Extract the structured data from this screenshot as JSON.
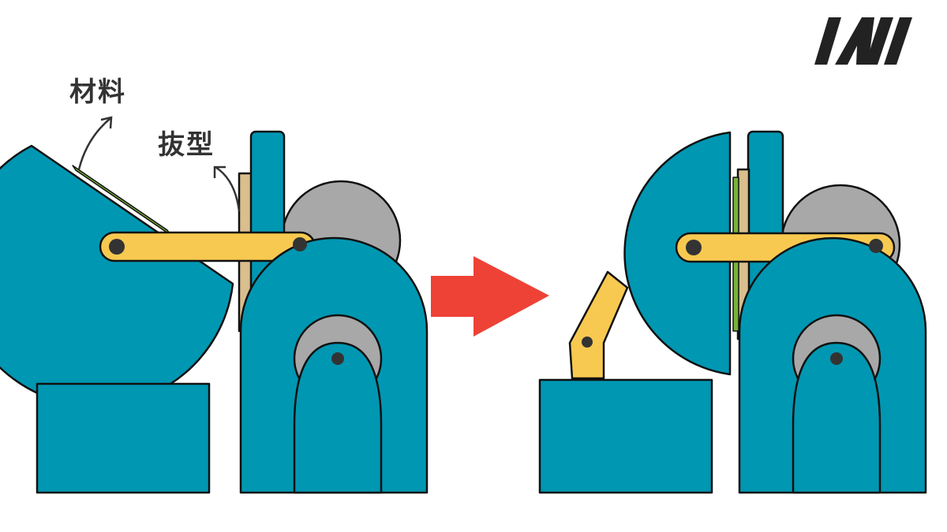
{
  "labels": {
    "material": "材料",
    "die": "抜型"
  },
  "logo": {
    "text": "IAII",
    "icon": "brand-logo"
  },
  "colors": {
    "teal": "#0097B2",
    "outline": "#111111",
    "gold": "#F8C950",
    "green": "#77B236",
    "tan": "#D9BE8E",
    "gray": "#A8A8A8",
    "arrow": "#EE4236",
    "text": "#333333"
  },
  "panels": [
    {
      "state": "before",
      "icons": [
        "flywheel",
        "rotating-platen",
        "die-plate",
        "material-sheet",
        "crank-link",
        "base-block",
        "frame-arch"
      ]
    },
    {
      "state": "after",
      "icons": [
        "flywheel",
        "rotating-platen",
        "die-plate",
        "material-sheet",
        "crank-link",
        "base-block",
        "frame-arch"
      ]
    }
  ],
  "transition": {
    "icon": "arrow-right-icon"
  }
}
